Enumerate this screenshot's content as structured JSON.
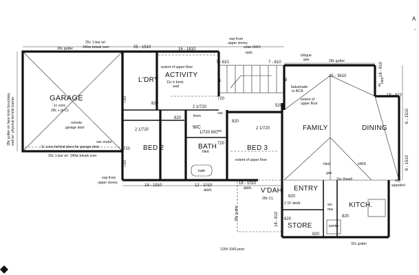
{
  "rooms": {
    "garage": "GARAGE",
    "laundry": "L'DRY",
    "activity": "ACTIVITY",
    "bed2": "BED 2",
    "bath": "BATH",
    "bed3": "BED 3",
    "family": "FAMILY",
    "dining": "DINING",
    "verandah": "V'DAH",
    "entry": "ENTRY",
    "kitchen": "KITCH.",
    "store": "STORE",
    "wc": "WC"
  },
  "notes": {
    "garage_conc": "-1c conc",
    "garage_ceiling": "28c + pl CL",
    "remote_door_1": "remote",
    "remote_door_2": "garage door",
    "conc_behind_piers": "-1c conc behind piers for garage door",
    "lintel_top_1": "25c 1-bar w/-",
    "lintel_top_2": "240w brkwk over",
    "lintel_bottom_1": "25c 1-bar w/- 240w brkwk over",
    "garage_side_1": "28c gutter on face brick boundary",
    "garage_side_2": "wall w/- physical termite barrier",
    "gutter_left": "28c gutter",
    "activity_upper_1": "extent of upper floor",
    "activity_brick_1": "11c h brick",
    "activity_brick_2": "wall",
    "rwp_upper_1": "rwp from",
    "rwp_upper_2": "upper storey",
    "solar_hws": "solar HWS",
    "tank": "tank",
    "brbque_1": "b/bque",
    "brbque_2": "gas",
    "gutter_top_right": "28c gutter",
    "balustrade_1": "balustrade",
    "balustrade_2": "to BCA",
    "upper_floor_1": "extent of",
    "upper_floor_2": "upper floor",
    "linen": "linen",
    "vac": "vac",
    "wc_vac": "wc",
    "bath_tiled": "tiled",
    "bath_fixture": "bath",
    "bed3_upper": "extent of upper floor",
    "rwp_bottom_1": "rwp from",
    "rwp_bottom_2": "upper storey",
    "vac_motor": "vac motor",
    "verandah_cl": "28c CL",
    "tiled_right_1": "tiled",
    "tiled_right_2": "tiled",
    "gas": "gas",
    "hws": "HWS",
    "wall_2sc": "2sc thwall",
    "robe_2": "2 1F deeb",
    "wo": "wo",
    "mw": "mw",
    "pantry": "pantry",
    "spandrel": "spandrel",
    "rwp_right": "rwp",
    "gutter_bottom": "32c gutter",
    "shs_post": "125# SHS post",
    "gutter_side": "28c gutter",
    "stamp_a": "A",
    "stamp_dash": "-"
  },
  "dims": {
    "top_garage": "28c gutter",
    "top_act": "25 - 1510",
    "top_act2": "16 - 1810",
    "top_stairs": "7 - 610",
    "top_stairs2": "7 - 610",
    "top_family": "25 - 3610",
    "right_1": "18 - 810",
    "right_1b": "tiled",
    "right_2": "18 - 810",
    "right_3": "6 - 1510",
    "right_4": "6 - 1510",
    "bottom_bed2": "18 - 1910",
    "bottom_bath_1": "12 - 1010",
    "bottom_bath_2": "awn.",
    "bottom_vdah_1": "18 - 1010",
    "bottom_vdah_2": "awn.",
    "vdah_side": "18 - 810",
    "door_820_a": "820",
    "door_820_b": "820",
    "door_820_c": "820",
    "door_820_d": "820",
    "door_820_e": "820",
    "door_820_f": "820",
    "door_820_g": "820",
    "door_720_a": "720",
    "door_720_b": "720",
    "door_720_c": "720",
    "door_720_d": "720",
    "door_720_e": "720",
    "robe_bed2": "2 1/720",
    "robe_act": "2 1/720",
    "robe_bed3": "2 1/720",
    "robe_wc": "1/720 WC",
    "door_520": "520",
    "door_620": "620",
    "num_9": "9",
    "num_1": "1",
    "num_6": "6"
  },
  "colors": {
    "ink": "#111111",
    "paper": "#ffffff"
  }
}
